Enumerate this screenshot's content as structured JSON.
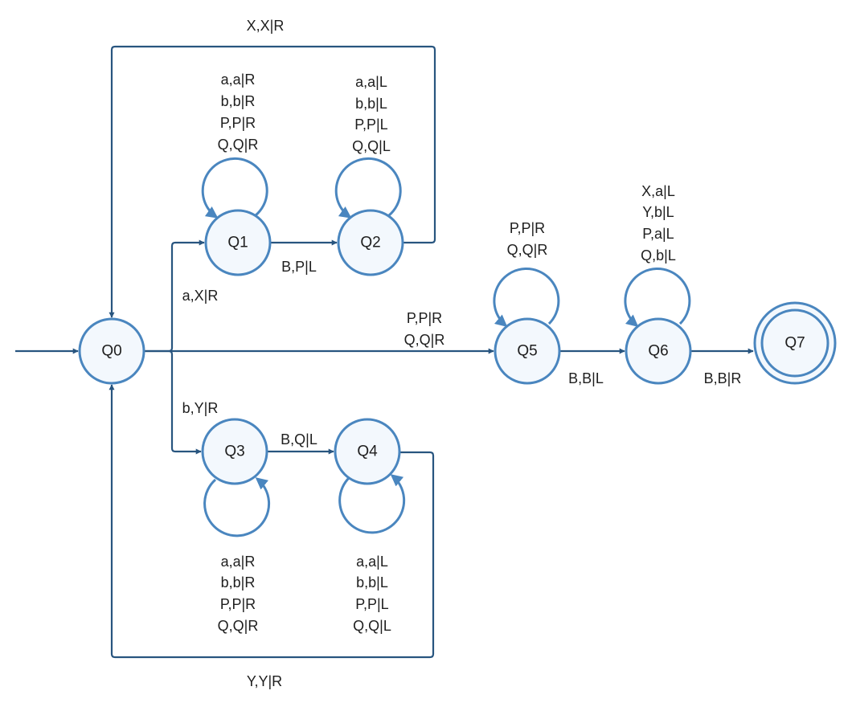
{
  "diagram": {
    "type": "turing-machine-state-diagram",
    "colors": {
      "edge": "#28557f",
      "node_stroke": "#4a86bf",
      "node_fill": "#f3f8fd",
      "text": "#1e1e1e"
    },
    "states": [
      {
        "id": "Q0",
        "label": "Q0",
        "start": true,
        "accept": false
      },
      {
        "id": "Q1",
        "label": "Q1",
        "start": false,
        "accept": false
      },
      {
        "id": "Q2",
        "label": "Q2",
        "start": false,
        "accept": false
      },
      {
        "id": "Q3",
        "label": "Q3",
        "start": false,
        "accept": false
      },
      {
        "id": "Q4",
        "label": "Q4",
        "start": false,
        "accept": false
      },
      {
        "id": "Q5",
        "label": "Q5",
        "start": false,
        "accept": false
      },
      {
        "id": "Q6",
        "label": "Q6",
        "start": false,
        "accept": false
      },
      {
        "id": "Q7",
        "label": "Q7",
        "start": false,
        "accept": true
      }
    ],
    "transitions": [
      {
        "from": "Q0",
        "to": "Q1",
        "labels": [
          "a,X|R"
        ]
      },
      {
        "from": "Q0",
        "to": "Q3",
        "labels": [
          "b,Y|R"
        ]
      },
      {
        "from": "Q0",
        "to": "Q5",
        "labels": [
          "P,P|R",
          "Q,Q|R"
        ]
      },
      {
        "from": "Q1",
        "to": "Q1",
        "labels": [
          "a,a|R",
          "b,b|R",
          "P,P|R",
          "Q,Q|R"
        ]
      },
      {
        "from": "Q1",
        "to": "Q2",
        "labels": [
          "B,P|L"
        ]
      },
      {
        "from": "Q2",
        "to": "Q2",
        "labels": [
          "a,a|L",
          "b,b|L",
          "P,P|L",
          "Q,Q|L"
        ]
      },
      {
        "from": "Q2",
        "to": "Q0",
        "labels": [
          "X,X|R"
        ]
      },
      {
        "from": "Q3",
        "to": "Q3",
        "labels": [
          "a,a|R",
          "b,b|R",
          "P,P|R",
          "Q,Q|R"
        ]
      },
      {
        "from": "Q3",
        "to": "Q4",
        "labels": [
          "B,Q|L"
        ]
      },
      {
        "from": "Q4",
        "to": "Q4",
        "labels": [
          "a,a|L",
          "b,b|L",
          "P,P|L",
          "Q,Q|L"
        ]
      },
      {
        "from": "Q4",
        "to": "Q0",
        "labels": [
          "Y,Y|R"
        ]
      },
      {
        "from": "Q5",
        "to": "Q5",
        "labels": [
          "P,P|R",
          "Q,Q|R"
        ]
      },
      {
        "from": "Q5",
        "to": "Q6",
        "labels": [
          "B,B|L"
        ]
      },
      {
        "from": "Q6",
        "to": "Q6",
        "labels": [
          "X,a|L",
          "Y,b|L",
          "P,a|L",
          "Q,b|L"
        ]
      },
      {
        "from": "Q6",
        "to": "Q7",
        "labels": [
          "B,B|R"
        ]
      }
    ]
  }
}
